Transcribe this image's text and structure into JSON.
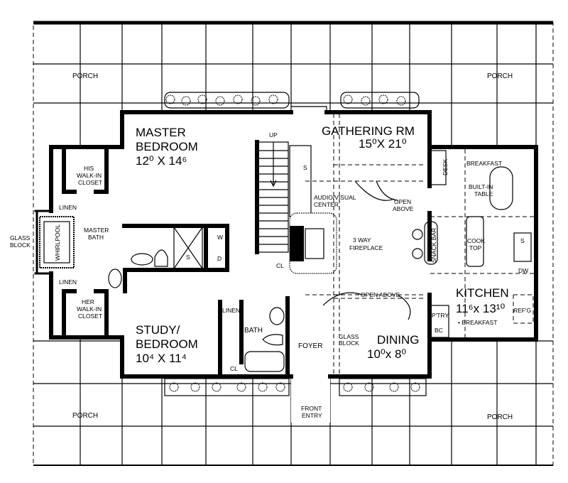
{
  "rooms": {
    "porch_tl": "PORCH",
    "porch_tr": "PORCH",
    "porch_bl": "PORCH",
    "porch_br": "PORCH",
    "master_bedroom": {
      "name1": "MASTER",
      "name2": "BEDROOM",
      "dims": "12⁰ X 14⁶"
    },
    "gathering": {
      "name": "GATHERING RM",
      "dims": "15⁰X 21⁰"
    },
    "his_closet": [
      "HIS",
      "WALK-IN",
      "CLOSET"
    ],
    "her_closet": [
      "HER",
      "WALK-IN",
      "CLOSET"
    ],
    "linen_top": "LINEN",
    "linen_bottom": "LINEN",
    "linen_bath": "LINEN",
    "glass_block_left": [
      "GLASS",
      "BLOCK"
    ],
    "whirlpool": "WHIRLPOOL",
    "master_bath": [
      "MASTER",
      "BATH"
    ],
    "shower": "S",
    "washer": "W",
    "dryer": "D",
    "stairs_up": "UP",
    "cl_stair": "CL",
    "cl_study": "CL",
    "study": {
      "name1": "STUDY/",
      "name2": "BEDROOM",
      "dims": "10⁴ X 11⁴"
    },
    "bath": "BATH",
    "av_center": [
      "AUDIO/VISUAL",
      "CENTER"
    ],
    "fireplace": [
      "3 WAY",
      "FIREPLACE"
    ],
    "open_above_1": [
      "OPEN",
      "ABOVE"
    ],
    "open_above_2": "OPEN ABOVE",
    "foyer": "FOYER",
    "glass_block_foyer": [
      "GLASS",
      "BLOCK"
    ],
    "dining": {
      "name": "DINING",
      "dims": "10⁰x 8⁰"
    },
    "front_entry": [
      "FRONT",
      "ENTRY"
    ],
    "desk": "DESK",
    "breakfast": "BREAKFAST",
    "built_in_table": [
      "BUILT-IN",
      "TABLE"
    ],
    "snack_bar": "SNACK BAR",
    "cook_top": [
      "COOK",
      "TOP"
    ],
    "sink": "S",
    "av_sink": "S",
    "dw": "DW",
    "kitchen": {
      "name": "KITCHEN",
      "dims": "11⁶x 13¹⁰",
      "sub": "• BREAKFAST"
    },
    "refg": "REF'G",
    "pantry": "P'TRY",
    "bc": "BC"
  }
}
